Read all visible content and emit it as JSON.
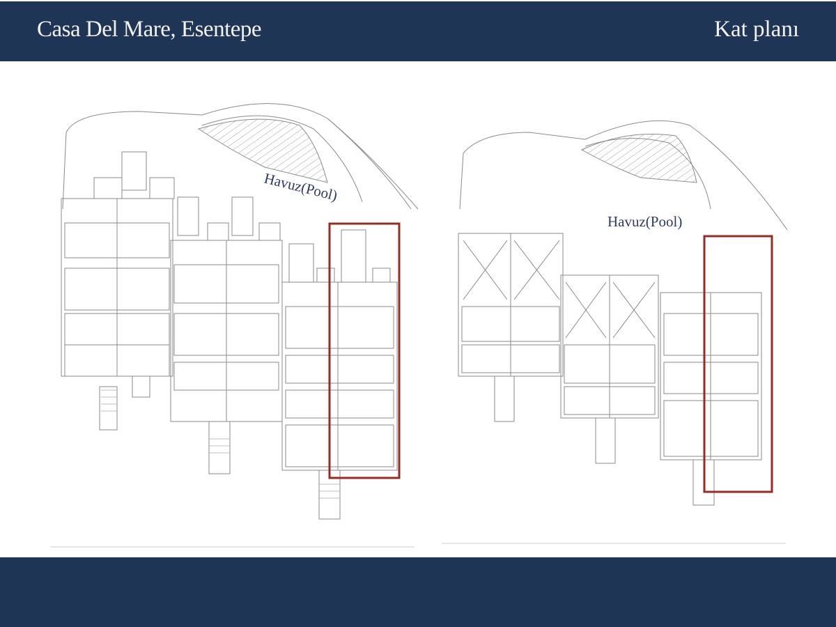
{
  "header": {
    "title": "Casa Del Mare, Esentepe",
    "subtitle": "Kat planı"
  },
  "plans": [
    {
      "pool_label": "Havuz(Pool)"
    },
    {
      "pool_label": "Havuz(Pool)"
    }
  ],
  "colors": {
    "brand": "#1f3556",
    "highlight": "#9b2a22"
  }
}
